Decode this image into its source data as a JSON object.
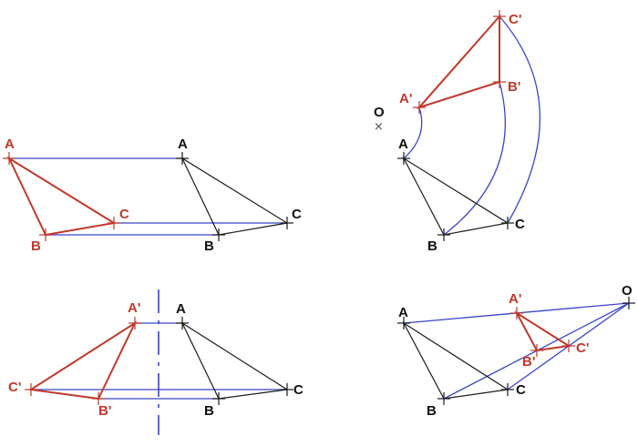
{
  "colors": {
    "original": "#1a1a1a",
    "image": "#c0392b",
    "construction": "#3a45c8",
    "axis": "#3a45c8"
  },
  "panels": {
    "translation": {
      "labels": {
        "A": "A",
        "B": "B",
        "C": "C",
        "A2": "A",
        "B2": "B",
        "C2": "C"
      }
    },
    "rotation": {
      "labels": {
        "O": "O",
        "O_mark": "×",
        "A": "A",
        "B": "B",
        "C": "C",
        "A2": "A'",
        "B2": "B'",
        "C2": "C'"
      }
    },
    "reflection": {
      "labels": {
        "A": "A",
        "B": "B",
        "C": "C",
        "A2": "A'",
        "B2": "B'",
        "C2": "C'"
      }
    },
    "homothety": {
      "labels": {
        "O": "O",
        "A": "A",
        "B": "B",
        "C": "C",
        "A2": "A'",
        "B2": "B'",
        "C2": "C'"
      }
    }
  }
}
